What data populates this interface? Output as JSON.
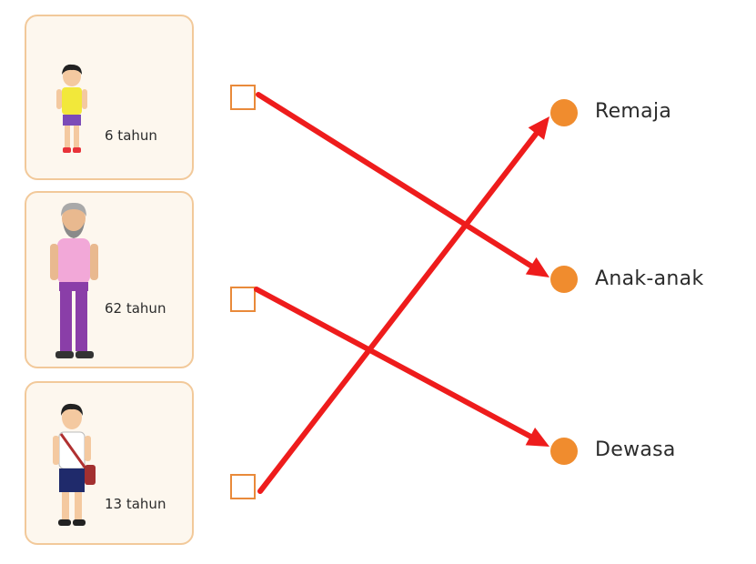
{
  "people": [
    {
      "age": "6 tahun"
    },
    {
      "age": "62 tahun"
    },
    {
      "age": "13 tahun"
    }
  ],
  "categories": [
    {
      "label": "Remaja"
    },
    {
      "label": "Anak-anak"
    },
    {
      "label": "Dewasa"
    }
  ],
  "matches": [
    {
      "from_person": 0,
      "to_category": 1
    },
    {
      "from_person": 1,
      "to_category": 2
    },
    {
      "from_person": 2,
      "to_category": 0
    }
  ],
  "colors": {
    "arrow": "#ee1c1c",
    "dot": "#f08c2e",
    "box_border": "#e98a3a",
    "card_border": "#f2c99a"
  }
}
